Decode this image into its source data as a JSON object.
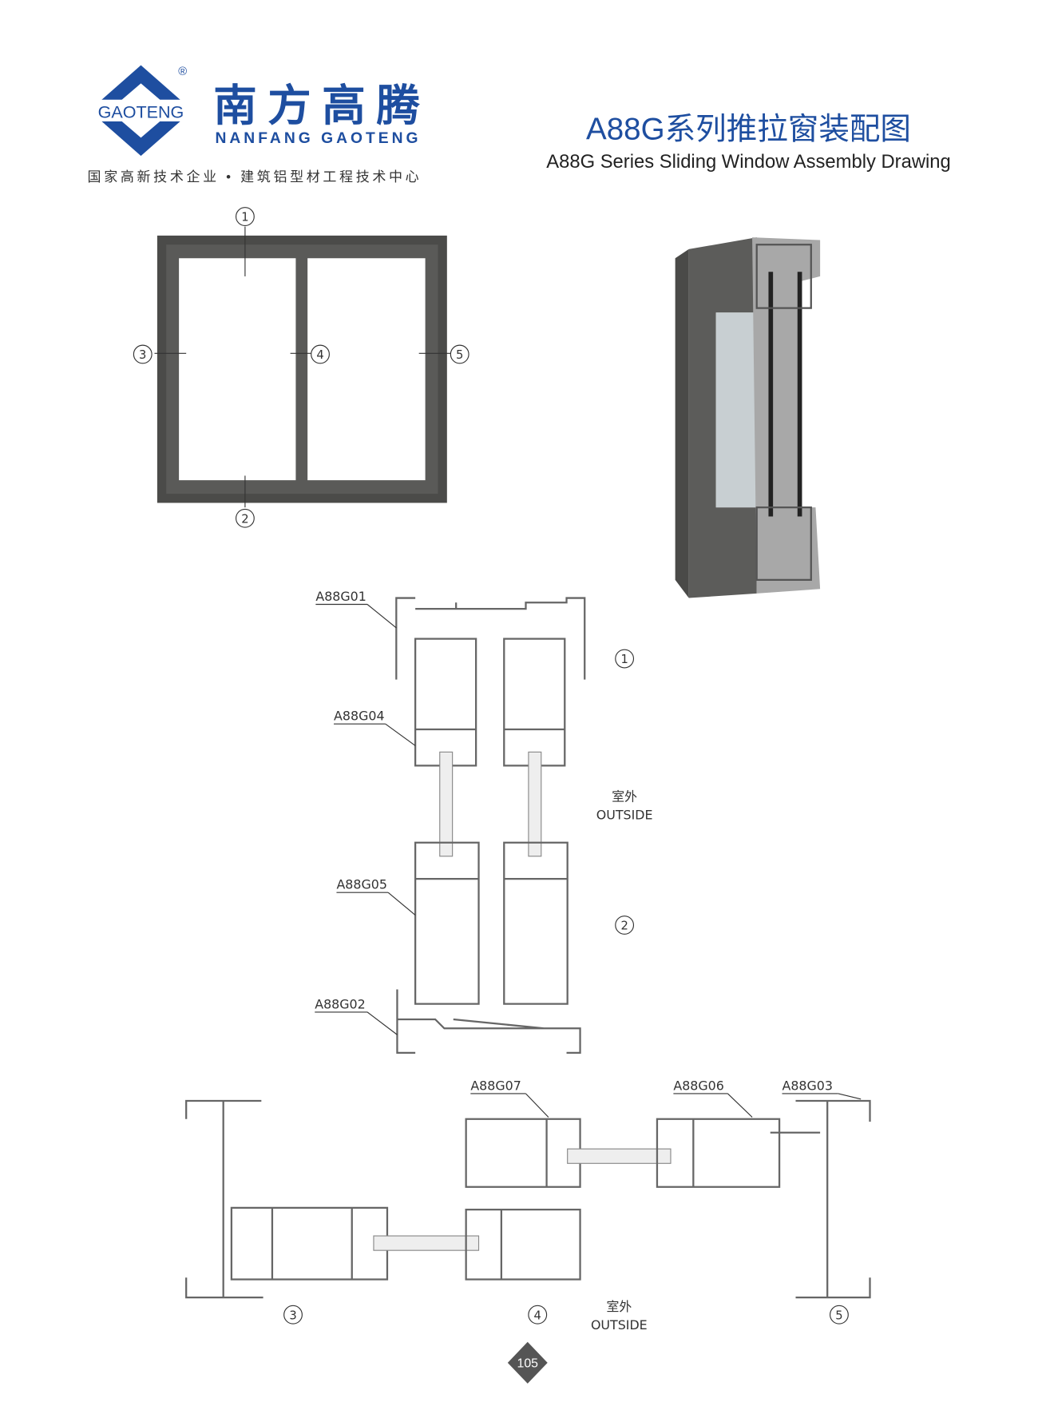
{
  "brand": {
    "logo_text": "GAOTENG",
    "name_cn": "南方高腾",
    "name_en": "NANFANG GAOTENG",
    "registered": "®",
    "tagline": "国家高新技术企业 • 建筑铝型材工程技术中心",
    "color": "#1e4ea0"
  },
  "title": {
    "cn": "A88G系列推拉窗装配图",
    "en": "A88G Series Sliding Window Assembly Drawing"
  },
  "elevation_markers": [
    "1",
    "2",
    "3",
    "4",
    "5"
  ],
  "parts": {
    "p01": "A88G01",
    "p02": "A88G02",
    "p03": "A88G03",
    "p04": "A88G04",
    "p05": "A88G05",
    "p06": "A88G06",
    "p07": "A88G07"
  },
  "outside": {
    "cn": "室外",
    "en": "OUTSIDE"
  },
  "section_markers": {
    "top": "1",
    "bottom": "2",
    "left": "3",
    "middle": "4",
    "right": "5"
  },
  "page_number": "105"
}
